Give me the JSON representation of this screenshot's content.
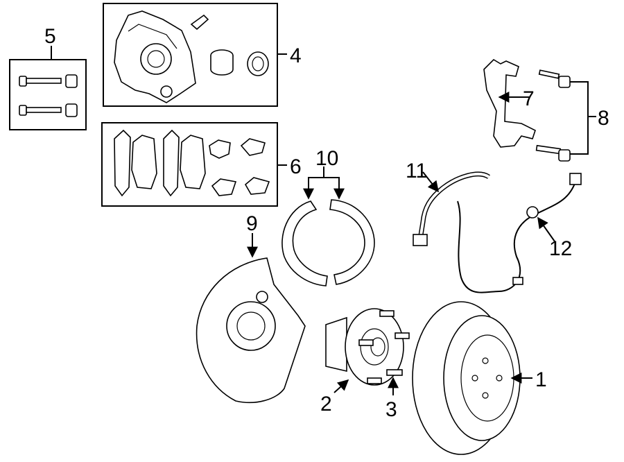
{
  "callouts": [
    {
      "id": "1",
      "label": "1"
    },
    {
      "id": "2",
      "label": "2"
    },
    {
      "id": "3",
      "label": "3"
    },
    {
      "id": "4",
      "label": "4"
    },
    {
      "id": "5",
      "label": "5"
    },
    {
      "id": "6",
      "label": "6"
    },
    {
      "id": "7",
      "label": "7"
    },
    {
      "id": "8",
      "label": "8"
    },
    {
      "id": "9",
      "label": "9"
    },
    {
      "id": "10",
      "label": "10"
    },
    {
      "id": "11",
      "label": "11"
    },
    {
      "id": "12",
      "label": "12"
    }
  ],
  "parts": {
    "1": "rotor-disc",
    "2": "hub-bearing",
    "3": "wheel-stud",
    "4": "caliper-kit",
    "5": "caliper-bolts",
    "6": "brake-pads",
    "7": "caliper-bracket",
    "8": "bracket-bolts",
    "9": "backing-plate",
    "10": "parking-brake-shoes",
    "11": "brake-hose",
    "12": "abs-sensor"
  }
}
